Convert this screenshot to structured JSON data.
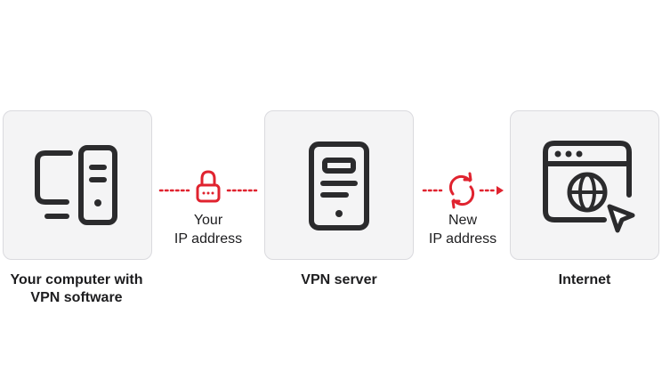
{
  "nodes": [
    {
      "caption_line1": "Your computer with",
      "caption_line2": "VPN software",
      "icon": "computer-icon"
    },
    {
      "caption_line1": "VPN server",
      "icon": "server-icon"
    },
    {
      "caption_line1": "Internet",
      "icon": "browser-window-icon"
    }
  ],
  "connectors": [
    {
      "label_line1": "Your",
      "label_line2": "IP address",
      "icon": "padlock-icon"
    },
    {
      "label_line1": "New",
      "label_line2": "IP address",
      "icon": "refresh-icon"
    }
  ],
  "colors": {
    "accent": "#e0232f",
    "icon": "#2b2b2d",
    "box": "#f4f4f5",
    "box_border": "#dadade"
  }
}
